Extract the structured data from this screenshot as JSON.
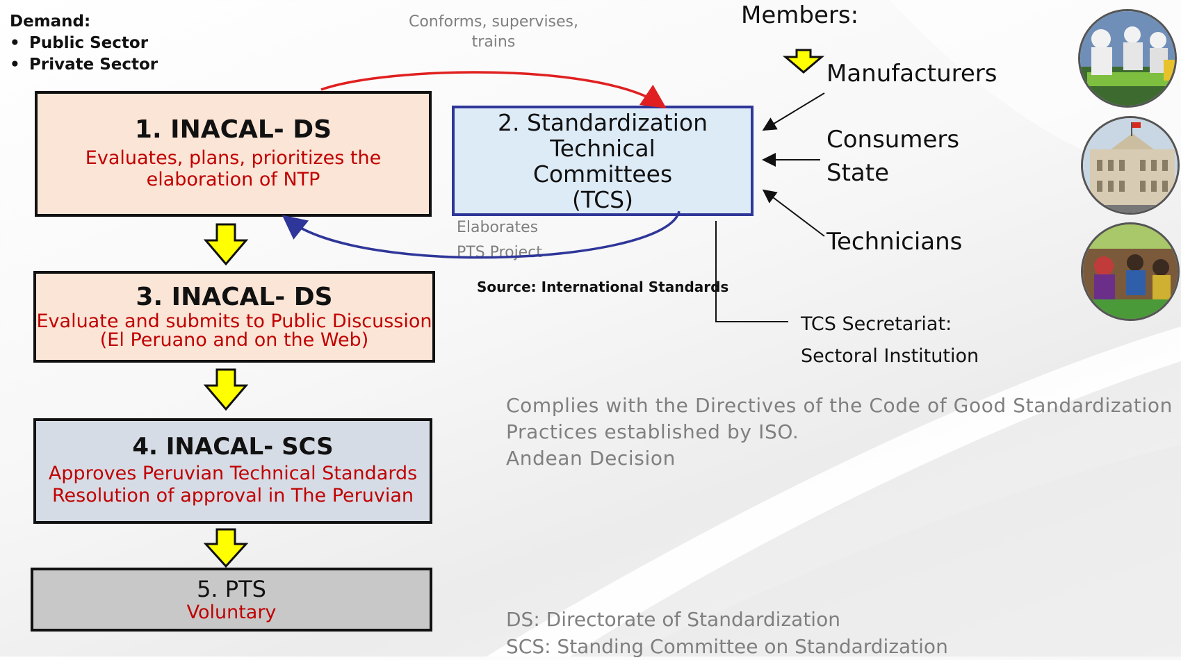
{
  "demand": {
    "title": "Demand:",
    "items": [
      "Public Sector",
      "Private Sector"
    ]
  },
  "top_arrow_label": {
    "line1": "Conforms, supervises,",
    "line2": "trains"
  },
  "box1": {
    "title": "1. INACAL- DS",
    "sub1": "Evaluates, plans, prioritizes the",
    "sub2": "elaboration of NTP"
  },
  "box2": {
    "line1": "2. Standardization Technical",
    "line2": "Committees",
    "line3": "(TCS)"
  },
  "box3": {
    "title": "3.  INACAL- DS",
    "sub1": "Evaluate and submits to Public Discussion",
    "sub2": "(El Peruano and on the Web)"
  },
  "box4": {
    "title": "4. INACAL- SCS",
    "sub1": "Approves Peruvian Technical Standards",
    "sub2": "Resolution of approval in The Peruvian"
  },
  "box5": {
    "title": "5. PTS",
    "sub": "Voluntary"
  },
  "bottom_arrow_label": {
    "line1": "Elaborates",
    "line2": "PTS Project"
  },
  "source": "Source: International Standards",
  "members": {
    "title": "Members:",
    "manufacturers": "Manufacturers",
    "consumers": "Consumers",
    "state": "State",
    "technicians": "Technicians"
  },
  "secretariat": {
    "line1": "TCS Secretariat:",
    "line2": "Sectoral Institution"
  },
  "complies": {
    "line1": "Complies with the Directives of the Code of Good Standardization",
    "line2": "Practices established by ISO.",
    "line3": "Andean Decision"
  },
  "abbreviations": {
    "ds": "DS: Directorate of Standardization",
    "scs": "SCS: Standing Committee on Standardization"
  },
  "photos": [
    "factory-workers-photo",
    "government-palace-photo",
    "market-photo"
  ],
  "colors": {
    "box1_fill": "#fbe5d6",
    "box3_fill": "#fbe5d6",
    "box2_fill": "#ddebf7",
    "box2_border": "#2f3699",
    "box4_fill": "#d6dce5",
    "box5_fill": "#c8c8c8",
    "red_text": "#c00000",
    "red_arrow": "#e02020",
    "blue_arrow": "#2f3699",
    "down_arrow_fill": "#ffff00"
  }
}
